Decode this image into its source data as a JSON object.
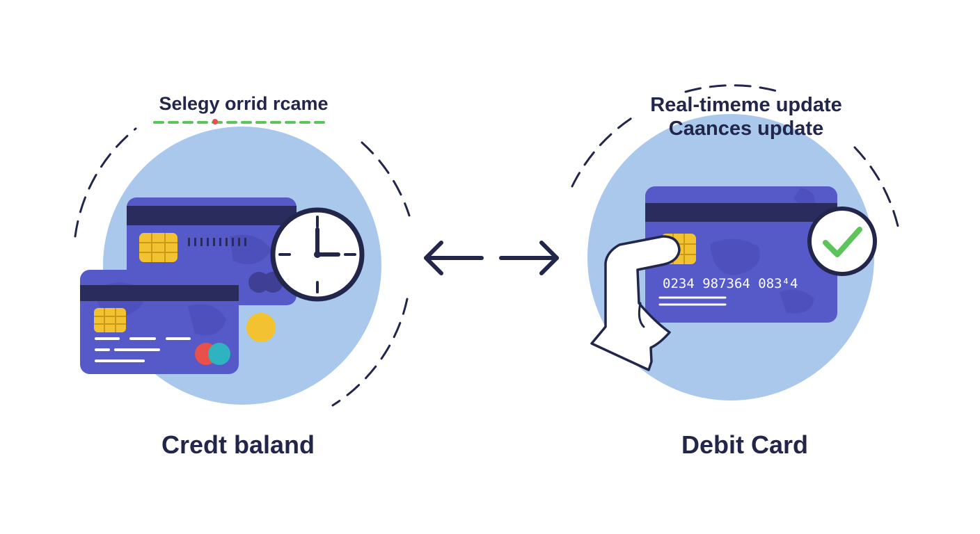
{
  "colors": {
    "background": "#ffffff",
    "circle_fill": "#a9c8ec",
    "ink": "#22264a",
    "card_blue": "#5659c8",
    "card_stripe": "#2a2c5e",
    "chip_gold": "#f2c230",
    "check_green": "#5cc45a",
    "accent_red": "#e8504a",
    "accent_teal": "#2fb3c0",
    "underline_green": "#5cc45a"
  },
  "left": {
    "heading": "Selegy orrid rcame",
    "caption": "Credt baland",
    "icons": [
      "credit-card-icon",
      "clock-icon"
    ]
  },
  "center": {
    "icons": [
      "left-arrow-icon",
      "right-arrow-icon"
    ]
  },
  "right": {
    "heading_line1": "Real-timeme update",
    "heading_line2": "Caances update",
    "caption": "Debit Card",
    "card_number": "0234  987364  083⁴4",
    "icons": [
      "debit-card-icon",
      "hand-icon",
      "checkmark-icon"
    ]
  }
}
